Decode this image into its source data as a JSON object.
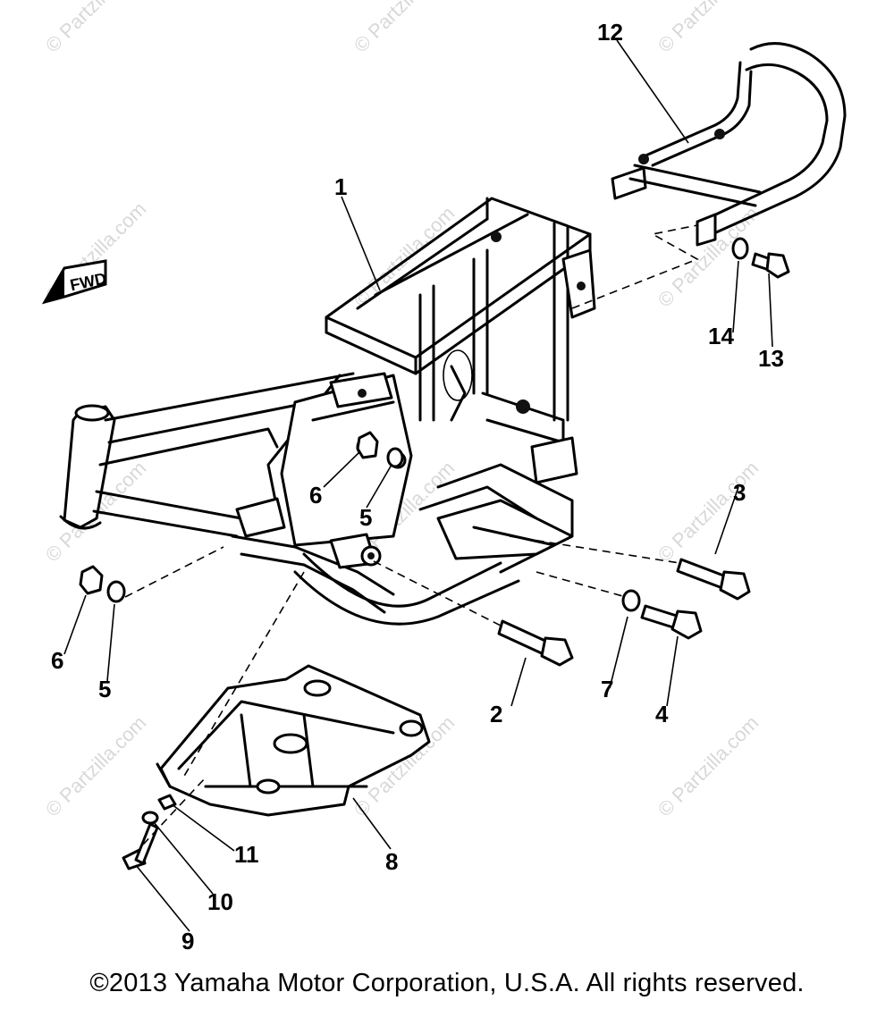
{
  "callouts": [
    {
      "id": "1",
      "label": "1"
    },
    {
      "id": "2",
      "label": "2"
    },
    {
      "id": "3",
      "label": "3"
    },
    {
      "id": "4",
      "label": "4"
    },
    {
      "id": "5a",
      "label": "5"
    },
    {
      "id": "5b",
      "label": "5"
    },
    {
      "id": "6a",
      "label": "6"
    },
    {
      "id": "6b",
      "label": "6"
    },
    {
      "id": "7",
      "label": "7"
    },
    {
      "id": "8",
      "label": "8"
    },
    {
      "id": "9",
      "label": "9"
    },
    {
      "id": "10",
      "label": "10"
    },
    {
      "id": "11",
      "label": "11"
    },
    {
      "id": "12",
      "label": "12"
    },
    {
      "id": "13",
      "label": "13"
    },
    {
      "id": "14",
      "label": "14"
    }
  ],
  "fwd_label": "FWD",
  "watermark": "© Partzilla.com",
  "copyright": "©2013 Yamaha Motor Corporation, U.S.A. All rights reserved."
}
